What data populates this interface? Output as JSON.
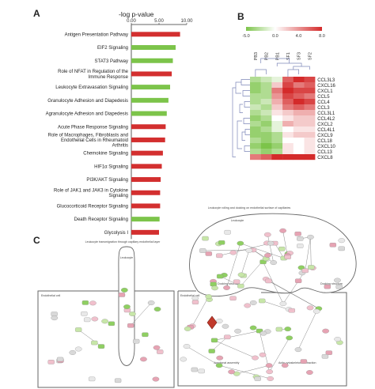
{
  "panels": {
    "a": "A",
    "b": "B",
    "c": "C"
  },
  "chart_data": [
    {
      "type": "bar",
      "panel": "A",
      "orientation": "horizontal",
      "title": "-log p-value",
      "xticks": [
        "0.00",
        "5.00",
        "10.00"
      ],
      "xlim": [
        0,
        10
      ],
      "categories": [
        "Antigen Presentation Pathway",
        "EIF2 Signaling",
        "STAT3 Pathway",
        "Role of NFAT in Regulation of the Immune Response",
        "Leukocyte Extravasation Signaling",
        "Granulocyte Adhesion and Diapedesis",
        "Agranulocyte Adhesion and Diapedesis",
        "Acute Phase Response Signaling",
        "Role of Macrophages, Fibroblasts and Endothelial Cells in Rheumatoid Arthritis",
        "Chemokine Signaling",
        "HIF1α Signaling",
        "PI3K/AKT Signaling",
        "Role of JAK1 and JAK3 in Cytokine Signaling",
        "Glucocorticoid Receptor Signaling",
        "Death Receptor Signaling",
        "Glycolysis I"
      ],
      "values": [
        8.8,
        8.0,
        7.5,
        7.3,
        7.0,
        6.7,
        6.4,
        6.2,
        6.1,
        5.7,
        5.5,
        5.3,
        5.2,
        5.2,
        5.1,
        5.0
      ],
      "bar_colors": [
        "#d32f2f",
        "#7cc44a",
        "#7cc44a",
        "#d32f2f",
        "#7cc44a",
        "#7cc44a",
        "#7cc44a",
        "#d32f2f",
        "#d32f2f",
        "#d32f2f",
        "#d32f2f",
        "#d32f2f",
        "#d32f2f",
        "#d32f2f",
        "#7cc44a",
        "#d32f2f"
      ],
      "grid": false
    },
    {
      "type": "heatmap",
      "panel": "B",
      "columns": [
        "PB3",
        "PB2",
        "PB1",
        "SF1",
        "SF3",
        "SF2"
      ],
      "rows": [
        "CCL3L3",
        "CXCL16",
        "CXCL1",
        "CCL5",
        "CCL4",
        "CCL3",
        "CCL3L1",
        "CCL4L2",
        "CXCL2",
        "CCL4L1",
        "CXCL9",
        "CCL18",
        "CXCL10",
        "CCL13",
        "CXCL8"
      ],
      "colorbar": {
        "ticks": [
          "-5.0",
          "0.0",
          "4.0",
          "8.0"
        ],
        "min": -5,
        "max": 8,
        "low_color": "#7cc44a",
        "mid_color": "#ffffff",
        "high_color": "#d42a2a"
      },
      "matrix": [
        [
          -3,
          -2,
          -1,
          6,
          8,
          7
        ],
        [
          -4,
          -3,
          2,
          7,
          5,
          6
        ],
        [
          -4,
          -3,
          5,
          8,
          7,
          7
        ],
        [
          -3,
          -3,
          4,
          7,
          6,
          5
        ],
        [
          -3,
          -2,
          3,
          6,
          8,
          7
        ],
        [
          -2,
          -3,
          2,
          5,
          6,
          5
        ],
        [
          -3,
          -2,
          1,
          2,
          3,
          3
        ],
        [
          -4,
          -3,
          0,
          1,
          2,
          2
        ],
        [
          -3,
          -4,
          -1,
          3,
          2,
          2
        ],
        [
          -4,
          -3,
          -1,
          0,
          1,
          1
        ],
        [
          -4,
          -4,
          -3,
          1,
          2,
          2
        ],
        [
          -3,
          -4,
          -3,
          0,
          0,
          1
        ],
        [
          -4,
          -5,
          -4,
          1,
          0,
          1
        ],
        [
          -3,
          -4,
          -3,
          1,
          0,
          1
        ],
        [
          5,
          6,
          8,
          8,
          8,
          8
        ]
      ]
    }
  ],
  "pathway": {
    "top_label": "Leukocyte rolling and docking on endothelial surface of capillaries",
    "transmigration_label": "Leukocyte transmigration through capillary endothelial layer",
    "leukocyte_label": "Leukocyte",
    "leukocyte_label_2": "Leukocyte",
    "endothelial_left": "Endothelial cell",
    "endothelial_right": "Endothelial cell",
    "docking_left": "Docking structure",
    "docking_right": "Docking structure",
    "junction_label": "Junctional assembly",
    "actin_label": "Actin cytoskeleton contraction"
  }
}
